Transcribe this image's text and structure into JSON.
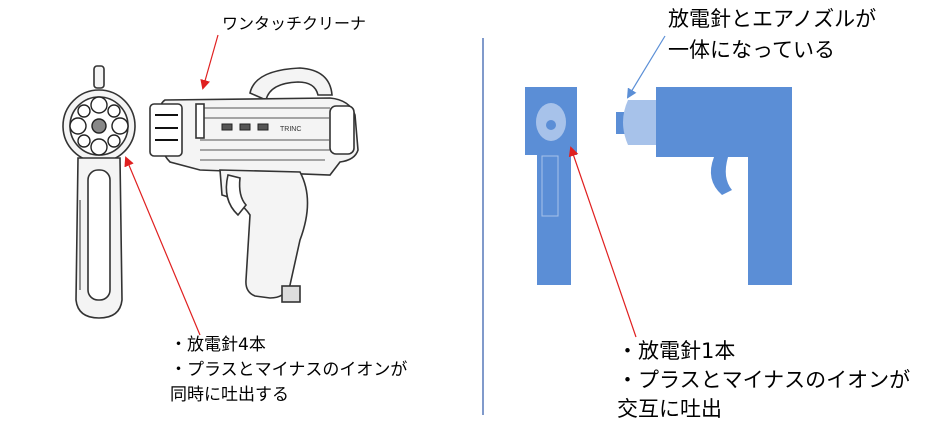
{
  "left_device": {
    "callout": "ワンタッチクリーナ",
    "badge": "TRINC",
    "notes": [
      "・放電針4本",
      "・プラスとマイナスのイオンが",
      "同時に吐出する"
    ]
  },
  "right_device": {
    "callout": [
      "放電針とエアノズルが",
      "一体になっている"
    ],
    "notes": [
      "・放電針1本",
      "・プラスとマイナスのイオンが",
      "交互に吐出"
    ]
  },
  "colors": {
    "arrow_red": "#e02020",
    "arrow_blue": "#5b8fd6",
    "divider": "#4a6fb5",
    "device_blue": "#5b8ed6",
    "nozzle_light": "#a7c2ea"
  }
}
